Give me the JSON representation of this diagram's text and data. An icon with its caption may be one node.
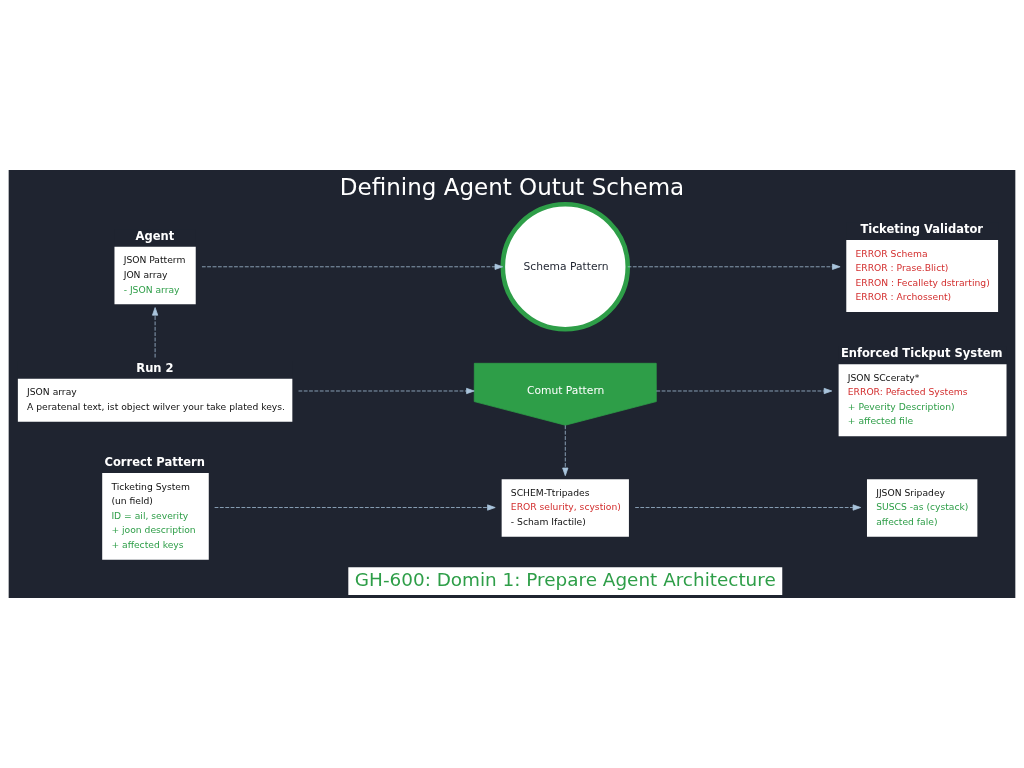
{
  "diagram": {
    "title": "Defining Agent Outut Schema",
    "caption": "GH-600: Domin 1: Prepare Agent Architecture",
    "nodes": [
      {
        "text": [
          "Agent",
          "JSON Patterm",
          "JON array",
          "- JSON array"
        ]
      },
      {
        "text": [
          "Schema Pattern"
        ]
      },
      {
        "text": [
          "Ticketing Validator",
          "ERROR Schema",
          "ERROR : Prase.Blict)",
          "ERRON : Fecallety dstrarting)",
          "ERROR : Archossent)"
        ]
      },
      {
        "text": [
          "Run 2",
          "JSON array",
          "A peratenal text, ist object wilver your take plated keys."
        ]
      },
      {
        "text": [
          "Comut Pattern"
        ]
      },
      {
        "text": [
          "Enforced Tickput System",
          "JSON SCceraty*",
          "ERROR: Pefacted Systems",
          "+ Peverity Description)",
          "+ affected file"
        ]
      },
      {
        "text": [
          "Correct Pattern",
          "Ticketing System",
          "(un field)",
          "ID = ail, severity",
          "+ joon description",
          "+ affected keys"
        ]
      },
      {
        "text": [
          "SCHEM-Ttripades",
          "EROR selurity, scystion)",
          "- Scham Ifactile)"
        ]
      },
      {
        "text": [
          "JJSON Sripadey",
          "SUSCS -as (cystack)",
          "affected fale)"
        ]
      }
    ],
    "edges": [
      {
        "from": 0,
        "to": 1,
        "arrow": "to",
        "style": "dashed"
      },
      {
        "from": 1,
        "to": 2,
        "arrow": "to",
        "style": "dashed"
      },
      {
        "from": 3,
        "to": 0,
        "arrow": "to",
        "style": "dashed"
      },
      {
        "from": 3,
        "to": 4,
        "arrow": "to",
        "style": "dashed"
      },
      {
        "from": 4,
        "to": 5,
        "arrow": "to",
        "style": "dashed"
      },
      {
        "from": 4,
        "to": 7,
        "arrow": "to",
        "style": "dashed"
      },
      {
        "from": 6,
        "to": 7,
        "arrow": "to",
        "style": "dashed"
      },
      {
        "from": 7,
        "to": 8,
        "arrow": "to",
        "style": "dashed"
      }
    ]
  }
}
